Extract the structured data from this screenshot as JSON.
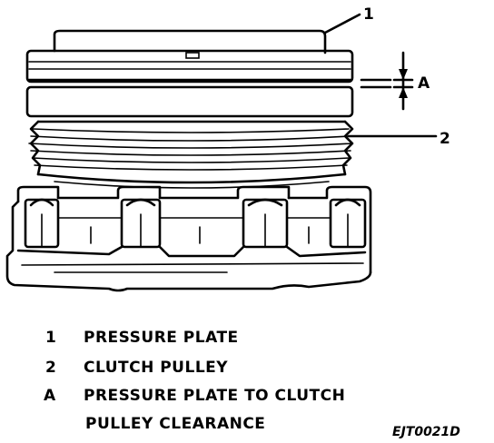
{
  "callouts": [
    {
      "id": "1",
      "label": "1"
    },
    {
      "id": "2",
      "label": "2"
    },
    {
      "id": "A",
      "label": "A"
    }
  ],
  "legend": [
    {
      "key": "1",
      "lines": [
        "PRESSURE PLATE"
      ]
    },
    {
      "key": "2",
      "lines": [
        "CLUTCH PULLEY"
      ]
    },
    {
      "key": "A",
      "lines": [
        "PRESSURE PLATE TO CLUTCH",
        "PULLEY CLEARANCE"
      ]
    }
  ],
  "figure_id": "EJT0021D",
  "colors": {
    "ink": "#000000",
    "paper": "#ffffff"
  }
}
